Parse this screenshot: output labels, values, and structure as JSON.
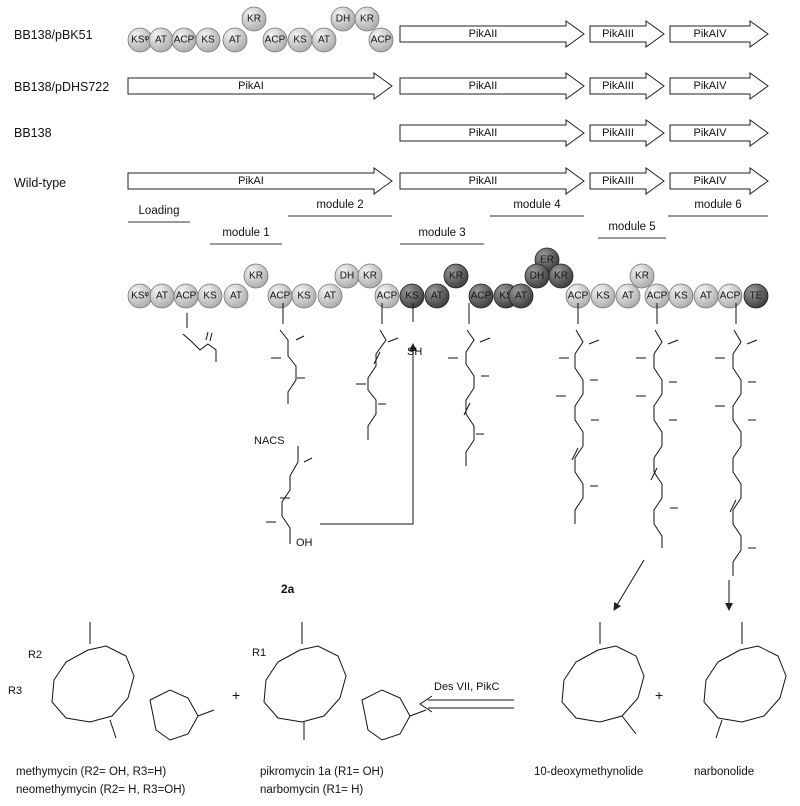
{
  "strains": [
    {
      "label": "BB138/pBK51",
      "genes": [
        "PikAII",
        "PikAIII",
        "PikAIV"
      ]
    },
    {
      "label": "BB138/pDHS722",
      "genes": [
        "PikAI",
        "PikAII",
        "PikAIII",
        "PikAIV"
      ]
    },
    {
      "label": "BB138",
      "genes": [
        "PikAII",
        "PikAIII",
        "PikAIV"
      ]
    },
    {
      "label": "Wild-type",
      "genes": [
        "PikAI",
        "PikAII",
        "PikAIII",
        "PikAIV"
      ]
    }
  ],
  "pbk51_domains": [
    "KSq",
    "AT",
    "ACP",
    "KS",
    "AT",
    "KR",
    "ACP",
    "KS",
    "AT",
    "DH",
    "KR",
    "ACP"
  ],
  "modules": [
    "Loading",
    "module 1",
    "module 2",
    "module 3",
    "module 4",
    "module 5",
    "module 6"
  ],
  "pks_domains": [
    "KSq",
    "AT",
    "ACP",
    "KS",
    "AT",
    "KR",
    "ACP",
    "KS",
    "AT",
    "DH",
    "KR",
    "ACP",
    "KS",
    "AT",
    "KR",
    "ACP",
    "KS",
    "AT",
    "ER",
    "DH",
    "KR",
    "ACP",
    "KS",
    "AT",
    "KR",
    "ACP",
    "KS",
    "AT",
    "ACP",
    "TE"
  ],
  "chem_labels": {
    "sh": "SH",
    "nacs": "NACS",
    "oh": "OH",
    "compound_2a": "2a",
    "r1": "R1",
    "r2": "R2",
    "r3": "R3"
  },
  "conversion_label": "Des VII, PikC",
  "plus_sign": "+",
  "products": {
    "methymycin": "methymycin (R2= OH, R3=H)",
    "neomethymycin": "neomethymycin (R2= H, R3=OH)",
    "pikromycin": "pikromycin 1a (R1= OH)",
    "narbomycin": "narbomycin (R1= H)",
    "deoxymethynolide": "10-deoxymethynolide",
    "narbonolide": "narbonolide"
  }
}
